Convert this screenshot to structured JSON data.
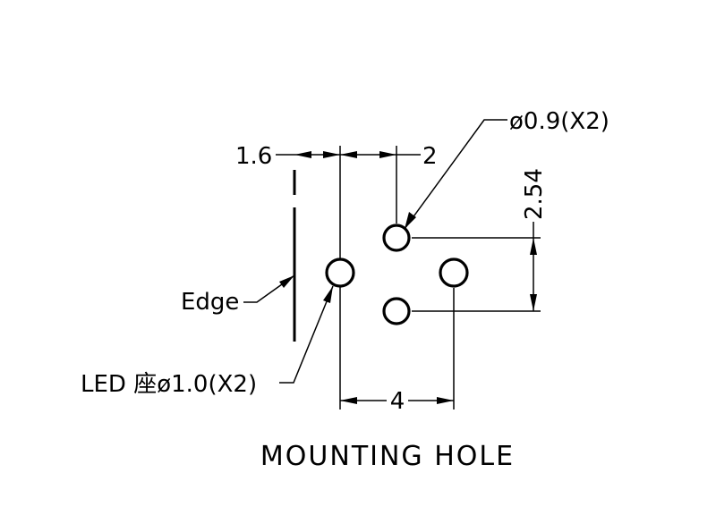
{
  "labels": {
    "dim_offset": "1.6",
    "dim_spacing": "2",
    "dim_width": "4",
    "dim_pitch": "2.54",
    "small_holes": "ø0.9(X2)",
    "led_holes": "LED 座ø1.0(X2)",
    "edge": "Edge",
    "title": "MOUNTING  HOLE"
  }
}
